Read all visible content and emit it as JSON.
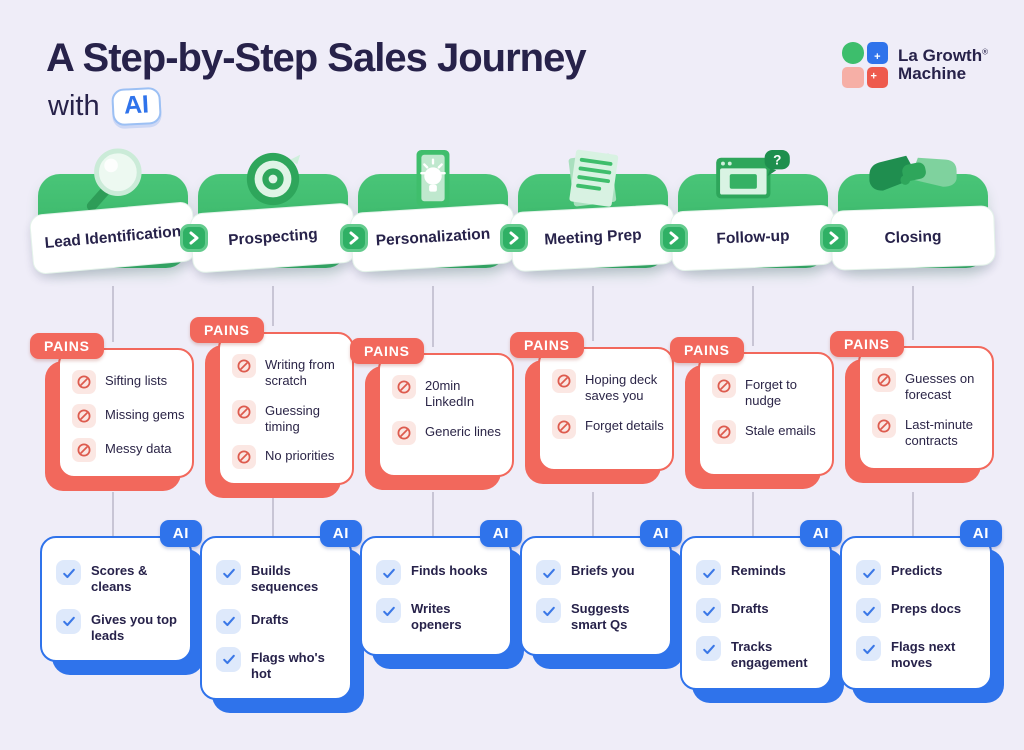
{
  "header": {
    "title": "A Step-by-Step Sales Journey",
    "with": "with",
    "ai_badge": "AI",
    "logo": {
      "line1": "La Growth",
      "line2": "Machine",
      "registered": "®"
    }
  },
  "labels": {
    "pains": "PAINS",
    "ai": "AI"
  },
  "colors": {
    "background": "#EFEDF8",
    "green": "#3FBE6C",
    "red": "#F2685C",
    "blue": "#2F73EB",
    "navy": "#27224A",
    "connector": "#C8C5D5"
  },
  "steps": [
    {
      "name": "Lead Identification",
      "icon": "magnifier-icon",
      "pains": [
        "Sifting lists",
        "Missing gems",
        "Messy data"
      ],
      "ai": [
        "Scores & cleans",
        "Gives you top leads"
      ]
    },
    {
      "name": "Prospecting",
      "icon": "target-icon",
      "pains": [
        "Writing from scratch",
        "Guessing timing",
        "No priorities"
      ],
      "ai": [
        "Builds sequences",
        "Drafts",
        "Flags who's hot"
      ]
    },
    {
      "name": "Personalization",
      "icon": "lightbulb-icon",
      "pains": [
        "20min LinkedIn",
        "Generic lines"
      ],
      "ai": [
        "Finds hooks",
        "Writes openers"
      ]
    },
    {
      "name": "Meeting Prep",
      "icon": "document-icon",
      "pains": [
        "Hoping deck saves you",
        "Forget details"
      ],
      "ai": [
        "Briefs you",
        "Suggests smart Qs"
      ]
    },
    {
      "name": "Follow-up",
      "icon": "browser-question-icon",
      "pains": [
        "Forget to nudge",
        "Stale emails"
      ],
      "ai": [
        "Reminds",
        "Drafts",
        "Tracks engagement"
      ]
    },
    {
      "name": "Closing",
      "icon": "handshake-icon",
      "pains": [
        "Guesses on forecast",
        "Last-minute contracts"
      ],
      "ai": [
        "Predicts",
        "Preps docs",
        "Flags next moves"
      ]
    }
  ]
}
